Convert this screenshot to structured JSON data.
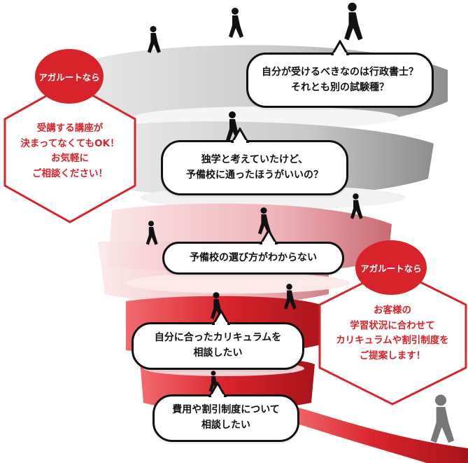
{
  "colors": {
    "accent_red": "#d8232a",
    "dark_red": "#c8161e",
    "pink": "#f1c4c8",
    "gray": "#b9b9b9",
    "light_gray": "#e6e6e6"
  },
  "left_callout": {
    "badge": "アガルートなら",
    "message": "受講する講座が\n決まってなくてもOK！\nお気軽に\nご相談ください！"
  },
  "right_callout": {
    "badge": "アガルートなら",
    "message": "お客様の\n学習状況に合わせて\nカリキュラムや割引制度を\nご提案します！"
  },
  "bubbles": [
    {
      "text": "自分が受けるべきなのは行政書士？\nそれとも別の試験種？"
    },
    {
      "text": "独学と考えていたけど、\n予備校に通ったほうがいいの？"
    },
    {
      "text": "予備校の選び方がわからない"
    },
    {
      "text": "自分に合ったカリキュラムを\n相談したい"
    },
    {
      "text": "費用や割引制度について\n相談したい"
    }
  ],
  "icons": [
    "walking-person-icon",
    "walking-person-icon",
    "walking-person-icon",
    "walking-person-icon",
    "walking-person-icon",
    "walking-person-icon",
    "walking-person-icon",
    "walking-person-icon",
    "walking-person-icon",
    "walking-person-icon"
  ]
}
